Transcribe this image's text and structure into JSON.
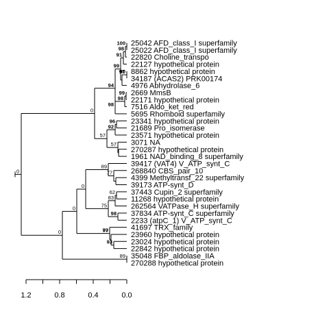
{
  "tree": {
    "leaves": [
      "25042 AFD_class_I superfamily",
      "25022 AFD_class_I superfamily",
      "22820 Choline_transpo",
      "22127 hypothetical protein",
      "8862 hypothetical protein",
      "34187 (ACAS2) PRK00174",
      "4976 Abhydrolase_6",
      "2669 MmsB",
      "22171 hypothetical protein",
      "7516 Aldo_ket_red",
      "5695 Rhomboid superfamily",
      "23341 hypothetical protein",
      "21689 Pro_isomerase",
      "23571 hypothetical protein",
      "3071 NA",
      "270287 hypothetical protein",
      "1961 NAD_binding_8 superfamily",
      "39417 (VAT4) V_ATP_synt_C",
      "268840 CBS_pair_10",
      "4399 Methyltransf_22 superfamily",
      "39173 ATP-synt_D",
      "37443 Cupin_2 superfamily",
      "11268 hypothetical protein",
      "262564 VATPase_H superfamily",
      "37834 ATP-synt_C superfamily",
      "2233 (atpC_1) V_ATP_synt_C",
      "41697 TRX_family",
      "23960 hypothetical protein",
      "23024 hypothetical protein",
      "22842 hypothetical protein",
      "35048 FBP_aldolase_IIA",
      "270288 hypothetical protein"
    ],
    "bootstrap": {
      "b100": "100",
      "b98a": "98",
      "b91": "91",
      "b99a": "99",
      "b90": "90",
      "b97a": "97",
      "b94": "94",
      "b99b": "99",
      "b98b": "98",
      "b98c": "98",
      "b0a": "0",
      "b96": "96",
      "b92": "92",
      "b57a": "57",
      "b57b": "57",
      "b98d": "98",
      "b0root": "0",
      "b76": "76",
      "b89a": "89",
      "b77": "77",
      "b0b": "0",
      "b62": "62",
      "b83": "83",
      "b75": "75",
      "b98e": "98",
      "b0c": "0",
      "b79": "79",
      "b97b": "97",
      "b93": "93",
      "b0d": "0",
      "b89b": "89"
    }
  },
  "axis": {
    "ticks": [
      "1.2",
      "0.8",
      "0.4",
      "0.0"
    ]
  }
}
